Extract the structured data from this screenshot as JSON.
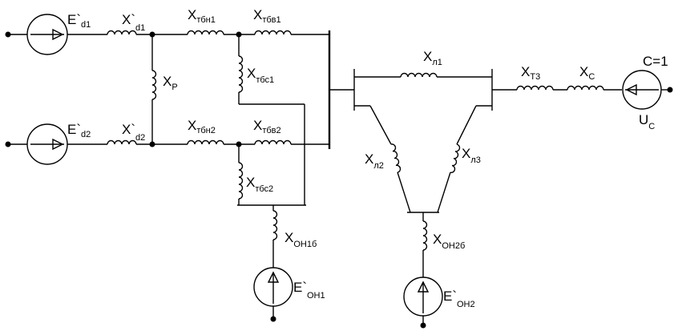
{
  "labels": {
    "src1": {
      "main": "E`",
      "sub": "d1"
    },
    "x1": {
      "main": "X`",
      "sub": "d1"
    },
    "src2": {
      "main": "E`",
      "sub": "d2"
    },
    "x2": {
      "main": "X`",
      "sub": "d2"
    },
    "xp": {
      "main": "X",
      "sub": "P"
    },
    "xtbn1": {
      "main": "X",
      "sub": "тбн1"
    },
    "xtbv1": {
      "main": "X",
      "sub": "тбв1"
    },
    "xtbs1": {
      "main": "X",
      "sub": "тбс1"
    },
    "xtbn2": {
      "main": "X",
      "sub": "тбн2"
    },
    "xtbv2": {
      "main": "X",
      "sub": "тбв2"
    },
    "xtbs2": {
      "main": "X",
      "sub": "тбс2"
    },
    "xon1": {
      "main": "X",
      "sub": "ОН1б"
    },
    "eon1": {
      "main": "E`",
      "sub": "ОН1"
    },
    "xl1": {
      "main": "X",
      "sub": "л1"
    },
    "xl2": {
      "main": "X",
      "sub": "л2"
    },
    "xl3": {
      "main": "X",
      "sub": "л3"
    },
    "xon2": {
      "main": "X",
      "sub": "ОН2б"
    },
    "eon2": {
      "main": "E`",
      "sub": "ОН2"
    },
    "xt3": {
      "main": "X",
      "sub": "Т3"
    },
    "xc": {
      "main": "X",
      "sub": "С"
    },
    "c1": {
      "main": "C=1"
    },
    "uc": {
      "main": "U",
      "sub": "С"
    }
  }
}
